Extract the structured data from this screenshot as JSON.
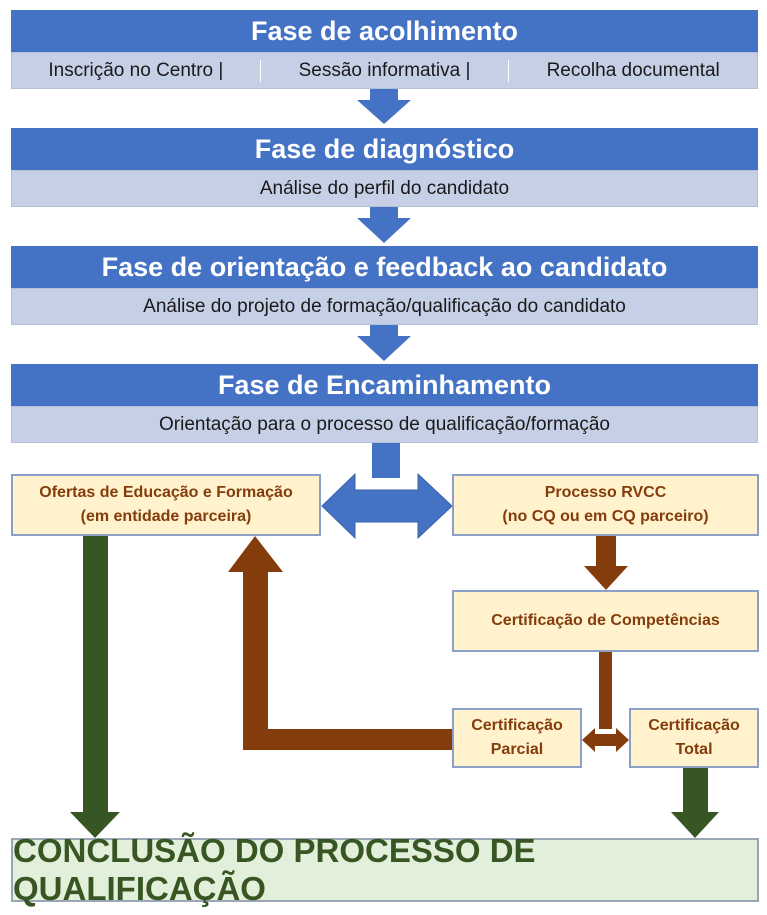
{
  "phases": [
    {
      "title": "Fase de acolhimento",
      "items": [
        "Inscrição no Centro |",
        "Sessão informativa |",
        "Recolha documental"
      ]
    },
    {
      "title": "Fase de diagnóstico",
      "sub": "Análise do perfil do candidato"
    },
    {
      "title": "Fase de orientação e feedback ao candidato",
      "sub": "Análise do projeto de formação/qualificação do candidato"
    },
    {
      "title": "Fase de Encaminhamento",
      "sub": "Orientação para o processo de qualificação/formação"
    }
  ],
  "boxes": {
    "ofertas": {
      "line1": "Ofertas de Educação e Formação",
      "line2": "(em entidade parceira)"
    },
    "rvcc": {
      "line1": "Processo RVCC",
      "line2": "(no CQ ou em CQ parceiro)"
    },
    "competencias": {
      "line1": "Certificação de Competências"
    },
    "parcial": {
      "line1": "Certificação",
      "line2": "Parcial"
    },
    "total": {
      "line1": "Certificação",
      "line2": "Total"
    }
  },
  "conclusion": "CONCLUSÃO DO PROCESSO DE QUALIFICAÇÃO",
  "colors": {
    "blue": "#4472c4",
    "light_blue": "#c5cfe6",
    "cream": "#fff2cc",
    "brown": "#843c0c",
    "green": "#375623",
    "light_green": "#e2efda"
  }
}
